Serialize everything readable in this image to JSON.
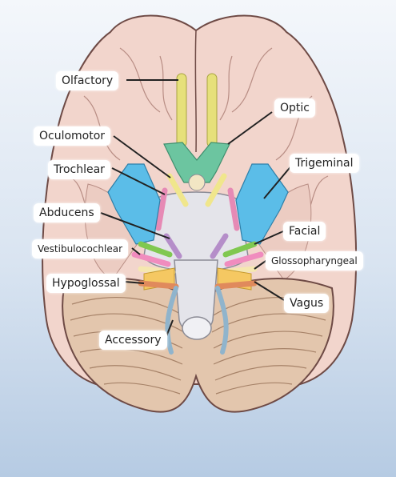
{
  "labels": {
    "olfactory": "Olfactory",
    "optic": "Optic",
    "oculomotor": "Oculomotor",
    "trochlear": "Trochlear",
    "trigeminal": "Trigeminal",
    "abducens": "Abducens",
    "facial": "Facial",
    "vestibulocochlear": "Vestibulocochlear",
    "glossopharyngeal": "Glossopharyngeal",
    "hypoglossal": "Hypoglossal",
    "vagus": "Vagus",
    "accessory": "Accessory"
  },
  "colors": {
    "background": "#c9d8ea",
    "cerebrum": "#f2d5cc",
    "cerebrum_outline": "#6e4a45",
    "cerebellum": "#e3c6ad",
    "brainstem": "#e4e4ea",
    "olfactory_nerve": "#e6e07a",
    "optic_nerve": "#6cc5a0",
    "oculomotor_nerve": "#f0e68c",
    "trochlear_nerve": "#e68ab5",
    "trigeminal_nerve": "#5bbde8",
    "abducens_nerve": "#b58ec9",
    "facial_nerve": "#80c850",
    "vestibulocochlear_nerve": "#f08cbe",
    "glossopharyngeal_nerve": "#f5e7b0",
    "vagus_nerve": "#f5c862",
    "accessory_nerve": "#90b4cc",
    "hypoglossal_nerve": "#e08a5c"
  }
}
